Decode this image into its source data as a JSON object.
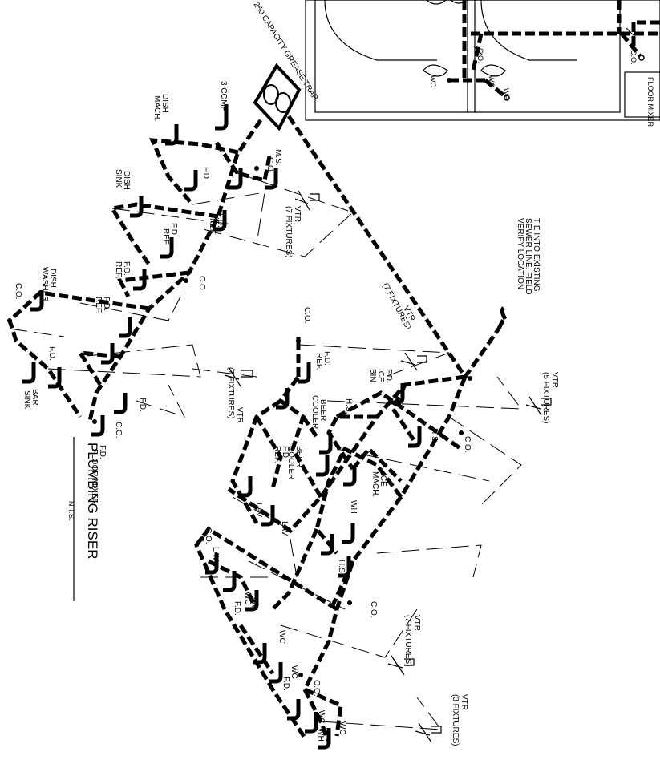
{
  "title": "PLUMBING RISER",
  "scale": "N.T.S.",
  "grease_trap": "250 CAPACITY GREASE TRAP",
  "tie_in": [
    "TIE INTO EXISTING",
    "SEWER LINE. FIELD",
    "VERIFY LOCATION"
  ],
  "plan_labels": {
    "co": "C.O.",
    "wc1": "WC",
    "wc2": "WC",
    "wh": "WH",
    "floor_mixer": "FLOOR MIXER"
  },
  "vtr": [
    {
      "label": "VTR",
      "count": "(7 FIXTURES)"
    },
    {
      "label": "VTR",
      "count": "(7 FIXTURES)"
    },
    {
      "label": "VTR",
      "count": "(5 FIXTURES)"
    },
    {
      "label": "VTR",
      "count": "(7 FIXTURES)"
    },
    {
      "label": "VTR",
      "count": "(7 FIXTURES)"
    },
    {
      "label": "VTR",
      "count": "(3 FIXTURES)"
    }
  ],
  "fixtures": {
    "three_comp": "3 COMP",
    "dish_mach": [
      "DISH",
      "MACH."
    ],
    "ms": "M.S.",
    "dish_sink": [
      "DISH",
      "SINK"
    ],
    "dish_washer": [
      "DISH",
      "WASHER"
    ],
    "bar_sink": [
      "BAR",
      "SINK"
    ],
    "floor_mixer": [
      "F.D.",
      "FLOOR MIXER"
    ],
    "fd": "F.D.",
    "fd_ref": [
      "F.D.",
      "REF."
    ],
    "fd_ice_bin": [
      "F.D.",
      "ICE",
      "BIN"
    ],
    "beer_cooler": [
      "BEER",
      "COOLER"
    ],
    "hs": "H.S.",
    "ice_mach": [
      "ICE",
      "MACH."
    ],
    "wh": "WH",
    "lav": "LAV",
    "wc": "WC",
    "co": "C.O."
  }
}
